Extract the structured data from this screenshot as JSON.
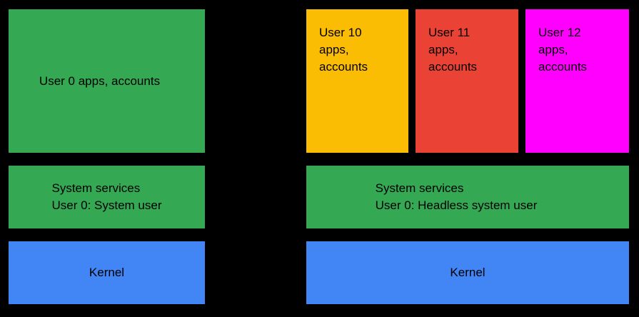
{
  "colors": {
    "background": "#000000",
    "system_services_green": "#34A853",
    "kernel_blue": "#4285F4",
    "user10_yellow": "#FBBC04",
    "user11_red": "#EA4335",
    "user12_magenta": "#FF00FF",
    "text": "#000000"
  },
  "left_device": {
    "apps_box": {
      "label": "User 0 apps, accounts"
    },
    "services_box": {
      "label": "System services\nUser 0: System user"
    },
    "kernel_box": {
      "label": "Kernel"
    }
  },
  "right_device": {
    "user_boxes": [
      {
        "label": "User 10\napps,\naccounts"
      },
      {
        "label": "User 11\napps,\naccounts"
      },
      {
        "label": "User 12\napps,\naccounts"
      }
    ],
    "services_box": {
      "label": "System services\nUser 0: Headless system user"
    },
    "kernel_box": {
      "label": "Kernel"
    }
  }
}
